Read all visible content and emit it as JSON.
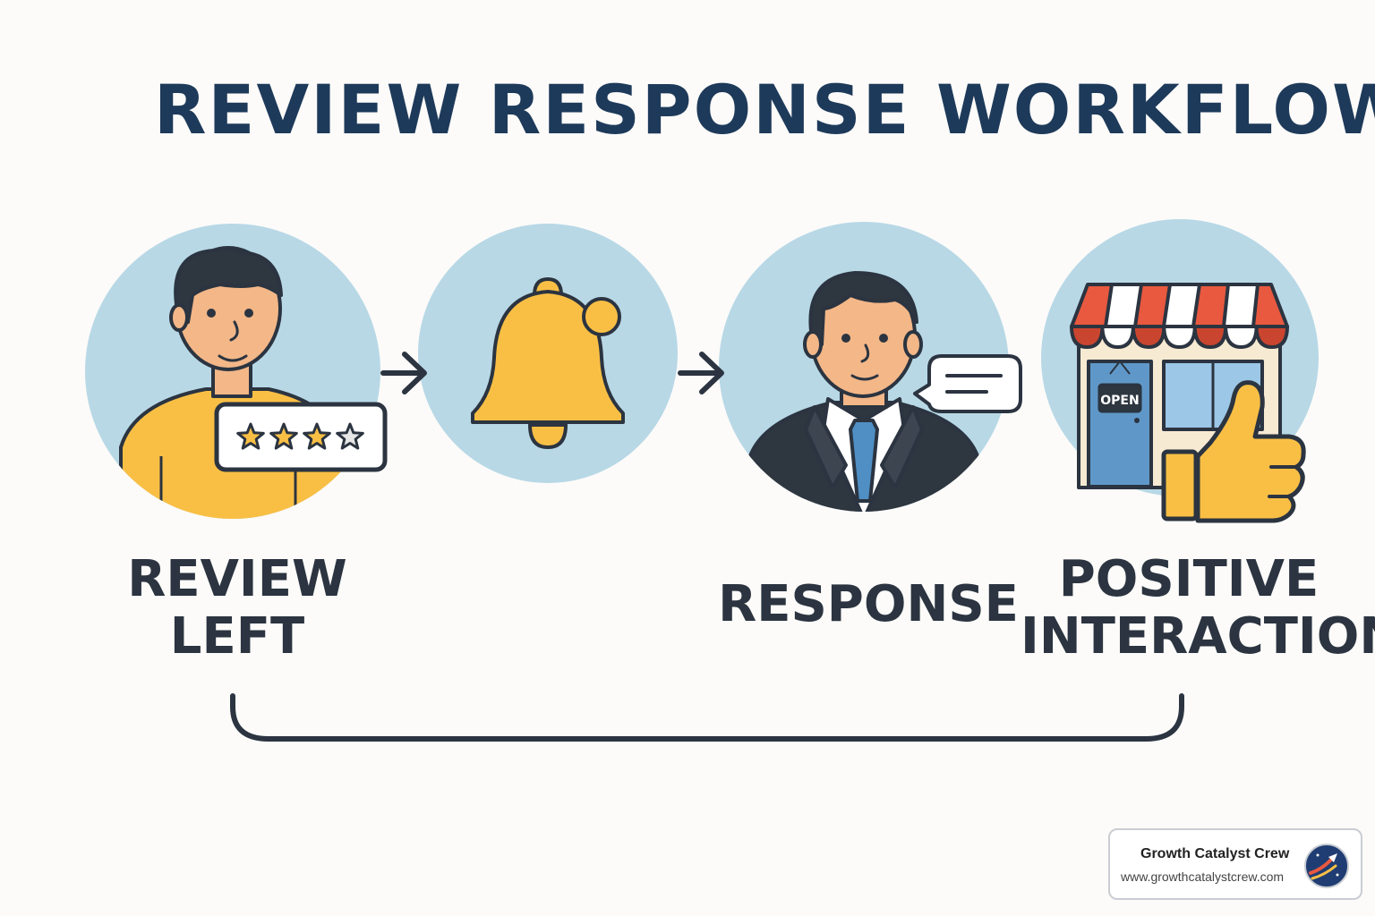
{
  "title": "REVIEW RESPONSE WORKFLOW",
  "steps": [
    {
      "line1": "REVIEW",
      "line2": "LEFT"
    },
    {
      "line1": "",
      "line2": ""
    },
    {
      "line1": "RESPONSE",
      "line2": ""
    },
    {
      "line1": "POSITIVE",
      "line2": "INTERACTION"
    }
  ],
  "icons": [
    "customer-icon",
    "bell-icon",
    "businessman-icon",
    "storefront-thumbs-up-icon"
  ],
  "sign_text": "OPEN",
  "rating": {
    "filled": 3,
    "total": 4
  },
  "brand": {
    "name": "Growth Catalyst Crew",
    "url": "www.growthcatalystcrew.com"
  },
  "colors": {
    "title": "#1e3a5a",
    "circle": "#b8d8e6",
    "accent_yellow": "#f9bf45",
    "outline": "#2b3440",
    "awning_red": "#e8593f",
    "label": "#2b3440"
  }
}
